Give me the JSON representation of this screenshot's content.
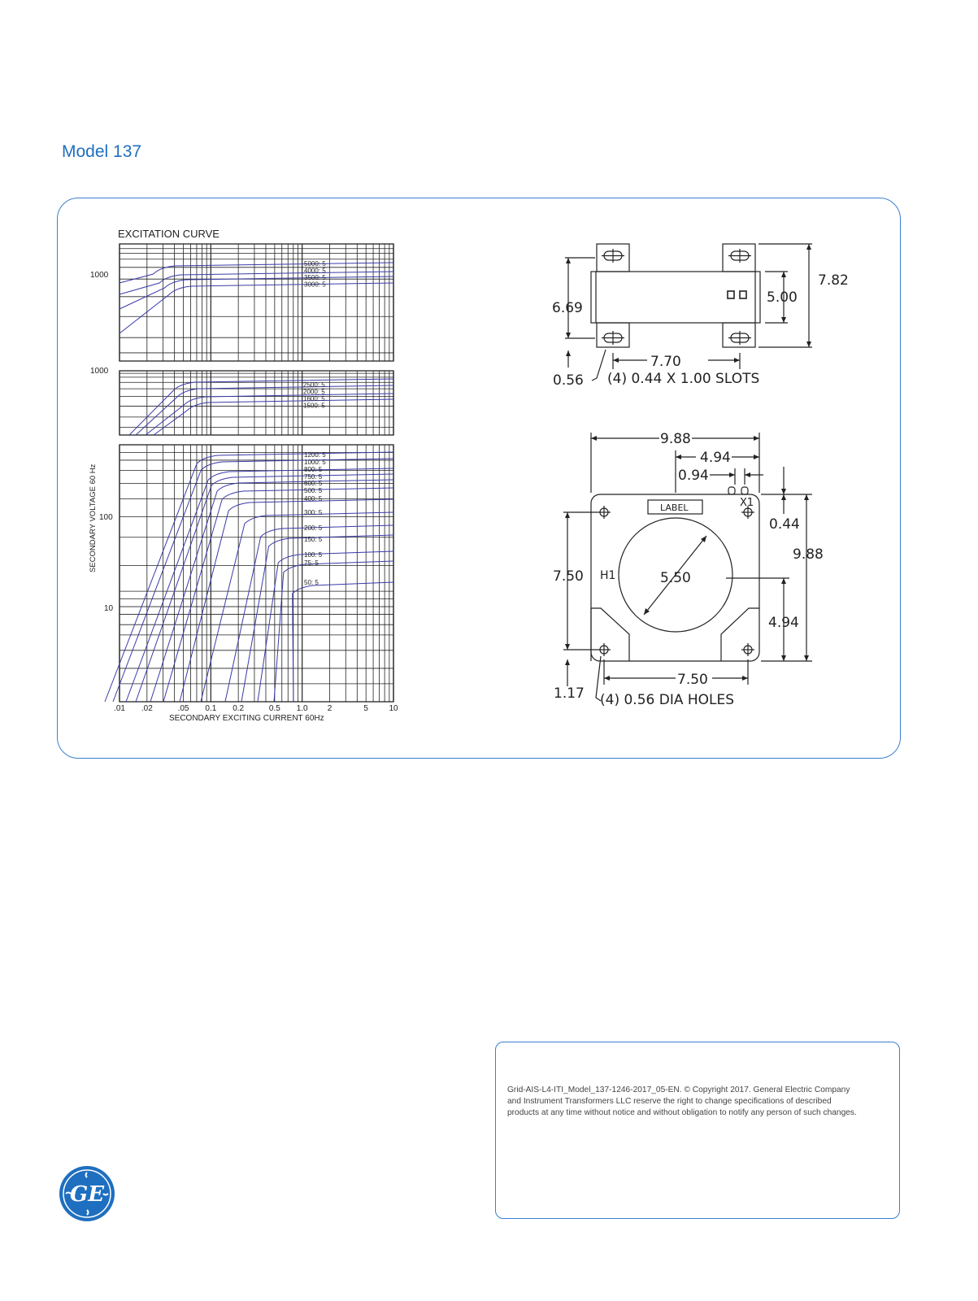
{
  "header": {
    "title": "Model 137"
  },
  "excitation_chart": {
    "title": "EXCITATION CURVE",
    "ylabel": "SECONDARY VOLTAGE 60 Hz",
    "xlabel": "SECONDARY EXCITING CURRENT 60Hz",
    "x_ticks": [
      ".01",
      ".02",
      ".05",
      "0.1",
      "0.2",
      "0.5",
      "1.0",
      "2",
      "5",
      "10"
    ],
    "panel_top_ytick": "1000",
    "panel_mid_ytick": "1000",
    "panel_bottom_yticks": [
      "100",
      "10"
    ],
    "ratios_top": [
      "5000: 5",
      "4000: 5",
      "3500: 5",
      "3000: 5"
    ],
    "ratios_mid": [
      "2500: 5",
      "2000: 5",
      "1600: 5",
      "1500: 5"
    ],
    "ratios_bottom": [
      "1200: 5",
      "1000: 5",
      "800: 5",
      "750: 5",
      "600: 5",
      "500: 5",
      "400: 5",
      "300: 5",
      "200: 5",
      "150: 5",
      "100: 5",
      "75: 5",
      "50: 5"
    ]
  },
  "dimensions_top": {
    "d_height_outer": "7.82",
    "d_height_body": "5.00",
    "d_slot_span": "6.69",
    "d_width": "7.70",
    "d_edge": "0.56",
    "slots_note": "(4)  0.44  X  1.00  SLOTS"
  },
  "dimensions_bottom": {
    "d_width_total": "9.88",
    "d_half_width": "4.94",
    "d_terminal": "0.94",
    "label_text": "LABEL",
    "terminal_x1": "X1",
    "terminal_h1": "H1",
    "d_top_offset": "0.44",
    "d_height_total": "9.88",
    "d_window": "5.50",
    "d_hole_span": "7.50",
    "d_half_height": "4.94",
    "d_bottom_width": "7.50",
    "d_corner": "1.17",
    "holes_note": "(4)  0.56  DIA  HOLES"
  },
  "footer": {
    "line1": "Grid-AIS-L4-ITI_Model_137-1246-2017_05-EN. © Copyright 2017. General Electric Company",
    "line2": "and Instrument Transformers LLC reserve the right to change specifications of described",
    "line3": "products at any time without notice and without obligation to notify any person of such changes."
  },
  "logo": {
    "icon": "ge-monogram-logo",
    "color": "#1f6fc0",
    "wordmark": "GE"
  },
  "colors": {
    "accent": "#3b7fcf",
    "curve": "#3a3aa8"
  }
}
